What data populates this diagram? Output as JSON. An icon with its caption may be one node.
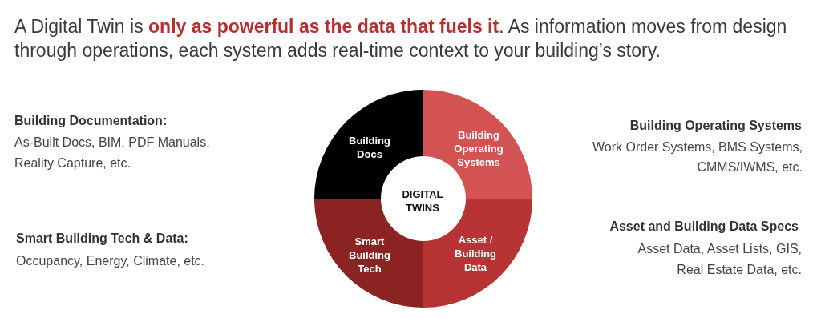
{
  "diagram": {
    "title": "A Digital Twin is **only as powerful as the data that fuels it**. As information moves from design through operations, each system adds real-time context to your building’s story.",
    "nodes": [
      {
        "text": [
          "Building Docs"
        ]
      },
      {
        "text": [
          "Building Operating Systems"
        ]
      },
      {
        "text": [
          "DIGITAL TWINS"
        ]
      },
      {
        "text": [
          "Smart Building Tech"
        ]
      },
      {
        "text": [
          "Asset / Building Data"
        ]
      }
    ],
    "labels": [
      "Building Documentation:",
      "As-Built Docs, BIM, PDF Manuals, Reality Capture, etc.",
      "Building Operating Systems",
      "Work Order Systems, BMS Systems, CMMS/IWMS, etc.",
      "Smart Building Tech & Data:",
      "Occupancy, Energy, Climate, etc.",
      "Asset and Building Data Specs",
      "Asset Data, Asset Lists, GIS, Real Estate Data, etc."
    ]
  }
}
